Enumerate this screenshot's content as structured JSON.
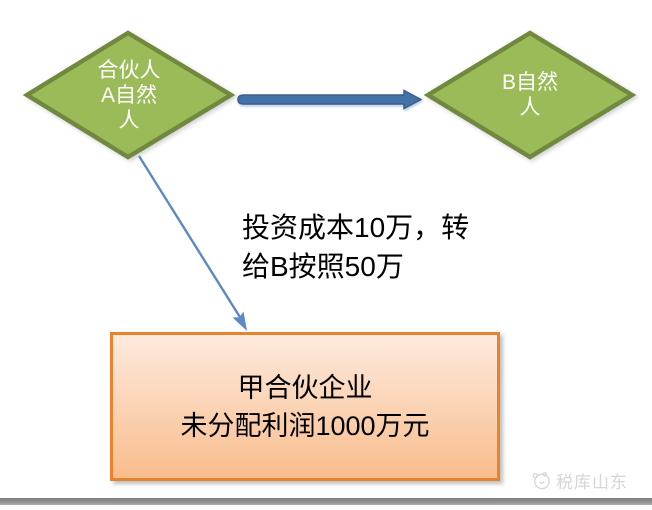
{
  "diagram": {
    "partner_a": {
      "lines": [
        "合伙人",
        "A自然",
        "人"
      ]
    },
    "partner_b": {
      "lines": [
        "B自然",
        "人"
      ]
    },
    "transfer_note": {
      "lines": [
        "投资成本10万，转",
        "给B按照50万"
      ]
    },
    "partnership_box": {
      "lines": [
        "甲合伙企业",
        "未分配利润1000万元"
      ]
    }
  },
  "watermark": {
    "text": "税库山东"
  },
  "colors": {
    "diamond_fill": "#9bbb59",
    "diamond_border": "#71893f",
    "block_arrow_fill": "#4472a8",
    "block_arrow_border": "#36608f",
    "thin_arrow": "#5d87c5",
    "box_border": "#e8822d",
    "box_fill_top": "#fdeadd",
    "box_fill_bottom": "#f9bd8d",
    "watermark_text": "#d6d6d6",
    "bottom_bar": "#8a8a8a"
  }
}
